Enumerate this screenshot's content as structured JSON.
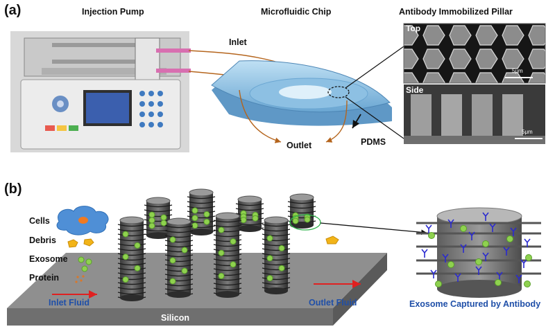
{
  "panel_a": {
    "label": "(a)",
    "headings": {
      "pump": "Injection Pump",
      "chip": "Microfluidic Chip",
      "pillar": "Antibody Immobilized Pillar"
    },
    "chip_labels": {
      "inlet": "Inlet",
      "outlet": "Outlet",
      "pdms": "PDMS"
    },
    "sem": {
      "top_tag": "Top",
      "side_tag": "Side",
      "scale": "5μm"
    }
  },
  "panel_b": {
    "label": "(b)",
    "legend": {
      "cells": "Cells",
      "debris": "Debris",
      "exosome": "Exosome",
      "protein": "Protein"
    },
    "inlet_fluid": "Inlet Fluid",
    "outlet_fluid": "Outlet Fluid",
    "substrate": "Silicon",
    "caption": "Exosome Captured by Antibody"
  },
  "colors": {
    "chip_blue": "#7fb6dc",
    "flow_arrow": "#b5651d",
    "fluid_arrow": "#e02020",
    "exosome": "#8fd14f",
    "antibody": "#2a2ad0",
    "cell": "#4f8fd6",
    "nucleus": "#f07a22",
    "debris": "#f2b418",
    "inlet_text": "#1f4fa8"
  }
}
